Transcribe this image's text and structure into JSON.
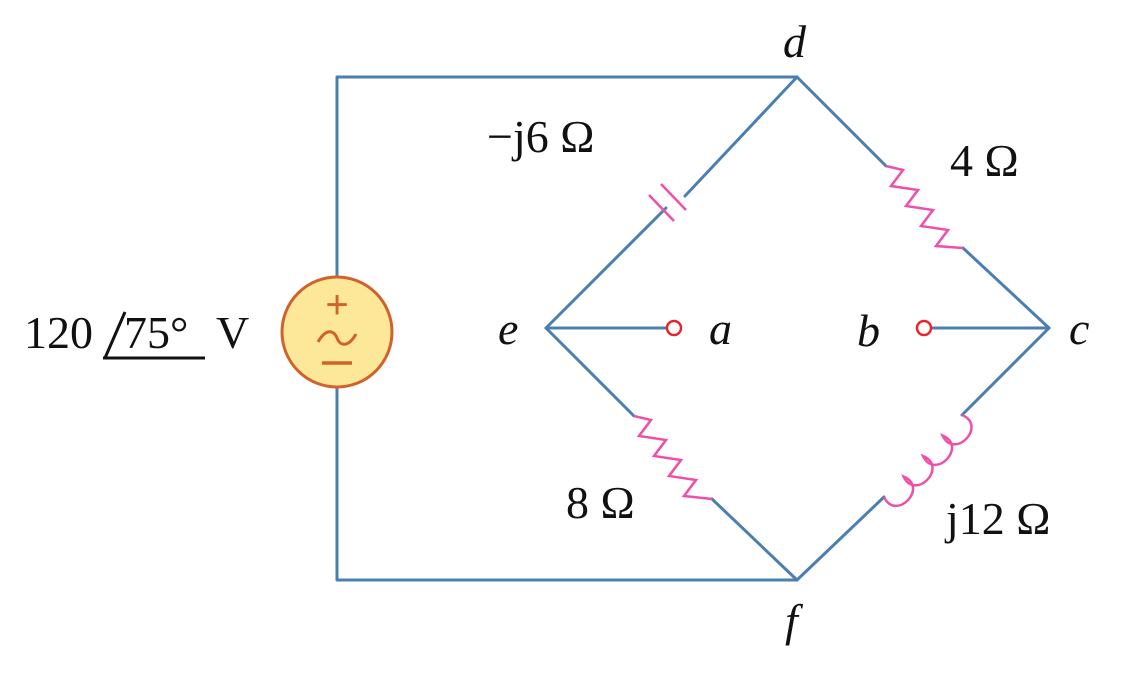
{
  "colors": {
    "wire": "#4a7fb0",
    "element": "#ee4fa8",
    "terminal": "#e8232a",
    "source_fill": "#fde89a",
    "source_stroke": "#d0622a",
    "text": "#111111"
  },
  "nodes": {
    "d": "d",
    "e": "e",
    "a": "a",
    "b": "b",
    "c": "c",
    "f": "f"
  },
  "source": {
    "magnitude": "120",
    "angle": "75°",
    "unit": "V",
    "plus": "+",
    "minus": "−"
  },
  "components": {
    "capacitor_ed": {
      "value": "−j6 Ω"
    },
    "resistor_dc": {
      "value": "4 Ω"
    },
    "resistor_ef": {
      "value": "8 Ω"
    },
    "inductor_cf": {
      "value": "j12 Ω"
    }
  }
}
